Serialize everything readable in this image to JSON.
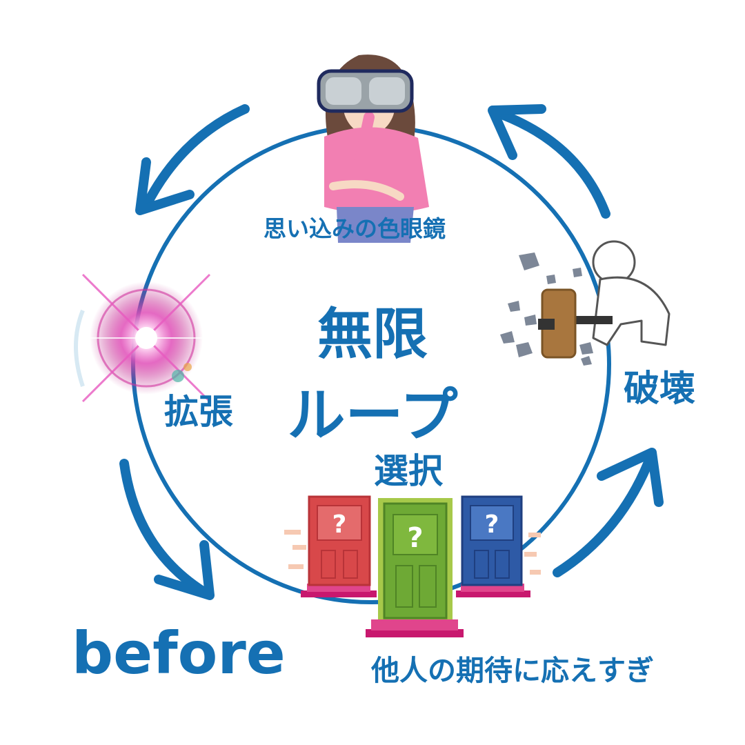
{
  "colors": {
    "accent": "#1570b3",
    "background": "#ffffff"
  },
  "center": {
    "line1": "無限",
    "line2": "ループ"
  },
  "nodes": {
    "top": {
      "label": "思い込みの色眼鏡",
      "icon": "woman-with-goggles-icon"
    },
    "right": {
      "label": "破壊",
      "icon": "person-breaking-wall-icon"
    },
    "bottom": {
      "label": "選択",
      "icon": "three-doors-icon"
    },
    "left": {
      "label": "拡張",
      "icon": "light-burst-icon"
    }
  },
  "caption_before": "before",
  "caption_bottom": "他人の期待に応えすぎ"
}
